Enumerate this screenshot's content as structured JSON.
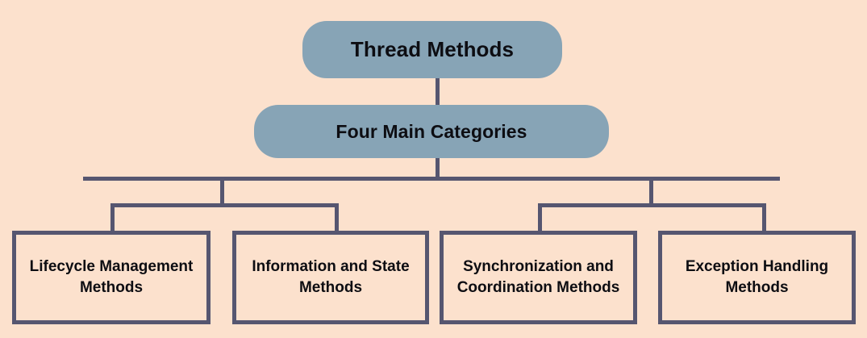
{
  "diagram": {
    "title": "Thread Methods",
    "type": "hierarchy-tree",
    "colors": {
      "background": "#fce1cd",
      "node_fill": "#87a4b6",
      "line": "#565670",
      "text": "#0d0d12",
      "leaf_fill": "#fce1cd",
      "leaf_border": "#565670"
    },
    "root": {
      "label": "Thread Methods"
    },
    "subtitle": {
      "label": "Four Main Categories"
    },
    "categories": [
      {
        "label": "Lifecycle Management Methods"
      },
      {
        "label": "Information and State Methods"
      },
      {
        "label": "Synchronization and Coordination Methods"
      },
      {
        "label": "Exception Handling Methods"
      }
    ]
  }
}
